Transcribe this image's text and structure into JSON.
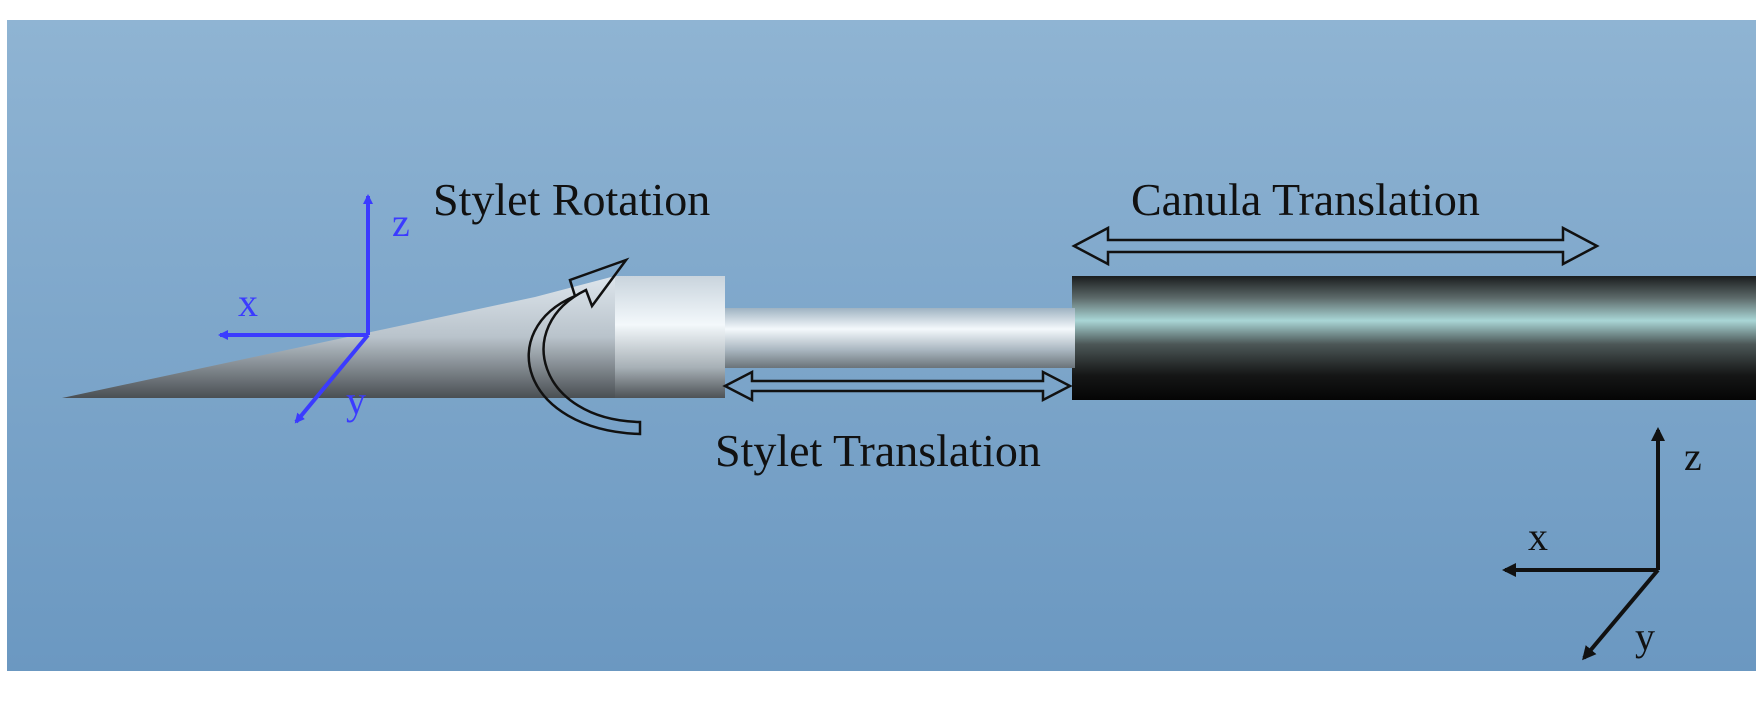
{
  "labels": {
    "stylet_rotation": "Stylet Rotation",
    "canula_translation": "Canula Translation",
    "stylet_translation": "Stylet Translation"
  },
  "local_axes": {
    "x": "x",
    "y": "y",
    "z": "z"
  },
  "global_axes": {
    "x": "x",
    "y": "y",
    "z": "z"
  },
  "colors": {
    "background_top": "#8fb4d3",
    "background_bottom": "#6f9cc4",
    "local_axes": "#3b3bff",
    "global_axes": "#111111",
    "canula_dark": "#0a0a0a",
    "canula_highlight": "#a9d6d6",
    "stylet_light": "#eef5fb",
    "stylet_dark": "#4f5458"
  },
  "icons": [
    "rotation-arrow-icon",
    "double-arrow-icon"
  ]
}
